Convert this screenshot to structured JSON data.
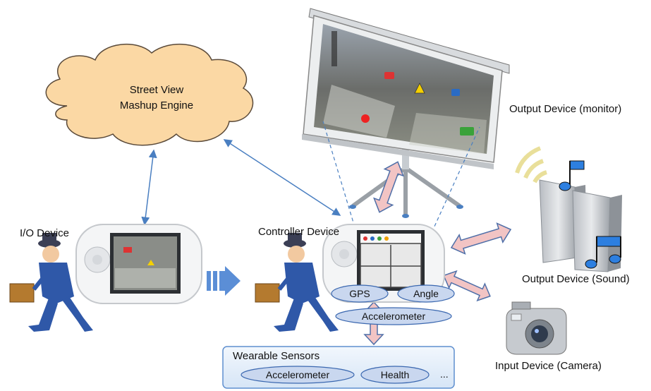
{
  "cloud": {
    "line1": "Street View",
    "line2": "Mashup Engine"
  },
  "labels": {
    "io_device": "I/O Device",
    "controller_device": "Controller Device",
    "output_monitor": "Output Device (monitor)",
    "output_sound": "Output Device (Sound)",
    "input_camera": "Input Device (Camera)"
  },
  "sensors": {
    "gps": "GPS",
    "angle": "Angle",
    "accelerometer": "Accelerometer"
  },
  "wearable": {
    "title": "Wearable Sensors",
    "items": [
      "Accelerometer",
      "Health"
    ],
    "more": "..."
  },
  "colors": {
    "cloud_fill": "#fbd8a4",
    "bubble_fill": "#c9d7ef",
    "bubble_stroke": "#3b68b0",
    "thick_arrow_fill": "#f2c4c4",
    "thick_arrow_stroke": "#4f6fa8",
    "thin_arrow": "#4a7fc1",
    "chevron": "#5b8ed6"
  }
}
